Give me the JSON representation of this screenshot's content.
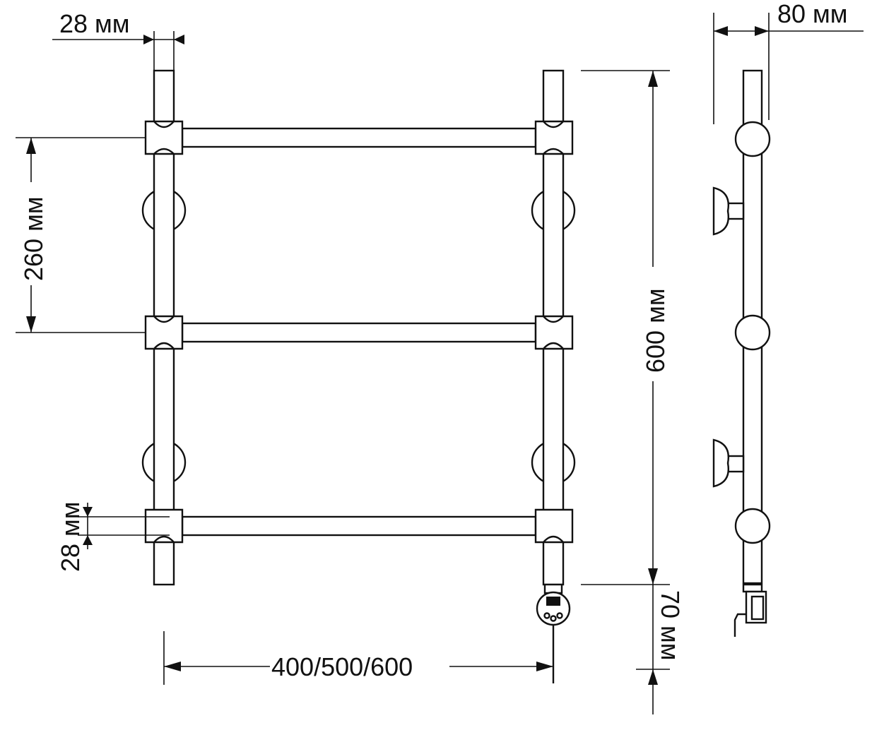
{
  "labels": {
    "pipe_diameter_top": "28 мм",
    "depth": "80 мм",
    "rung_spacing": "260 мм",
    "height": "600 мм",
    "pipe_diameter_bottom": "28 мм",
    "heater_length": "70 мм",
    "width": "400/500/600"
  },
  "colors": {
    "line": "#111111",
    "background": "#ffffff"
  }
}
